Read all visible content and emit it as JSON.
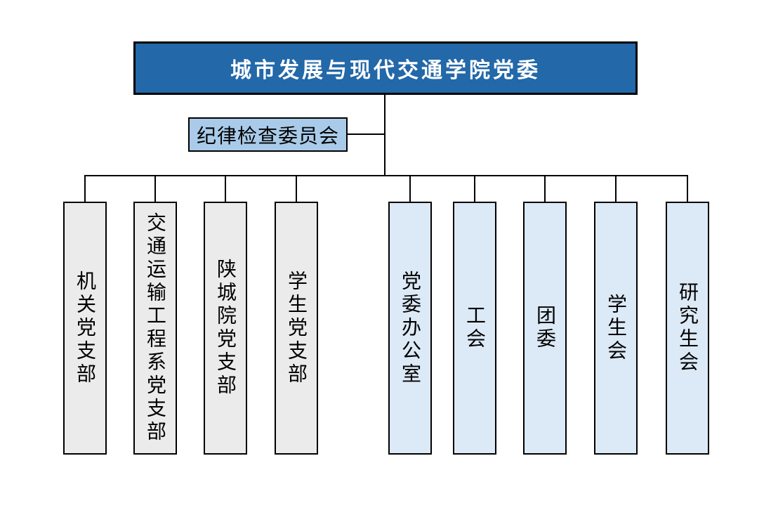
{
  "root": {
    "label": "城市发展与现代交通学院党委"
  },
  "side": {
    "label": "纪律检查委员会"
  },
  "branches": [
    {
      "label": "机关党支部",
      "kind": "gray"
    },
    {
      "label": "交通运输工程系党支部",
      "kind": "gray"
    },
    {
      "label": "陕城院党支部",
      "kind": "gray"
    },
    {
      "label": "学生党支部",
      "kind": "gray"
    },
    {
      "label": "党委办公室",
      "kind": "blue"
    },
    {
      "label": "工会",
      "kind": "blue"
    },
    {
      "label": "团委",
      "kind": "blue"
    },
    {
      "label": "学生会",
      "kind": "blue"
    },
    {
      "label": "研究生会",
      "kind": "blue"
    }
  ],
  "colors": {
    "root_fill": "#2368A8",
    "root_text": "#FFFFFF",
    "side_fill": "#A9CBE9",
    "branch_gray_fill": "#EBEBEB",
    "branch_blue_fill": "#DCE9F6",
    "border": "#000000",
    "text": "#000000"
  }
}
